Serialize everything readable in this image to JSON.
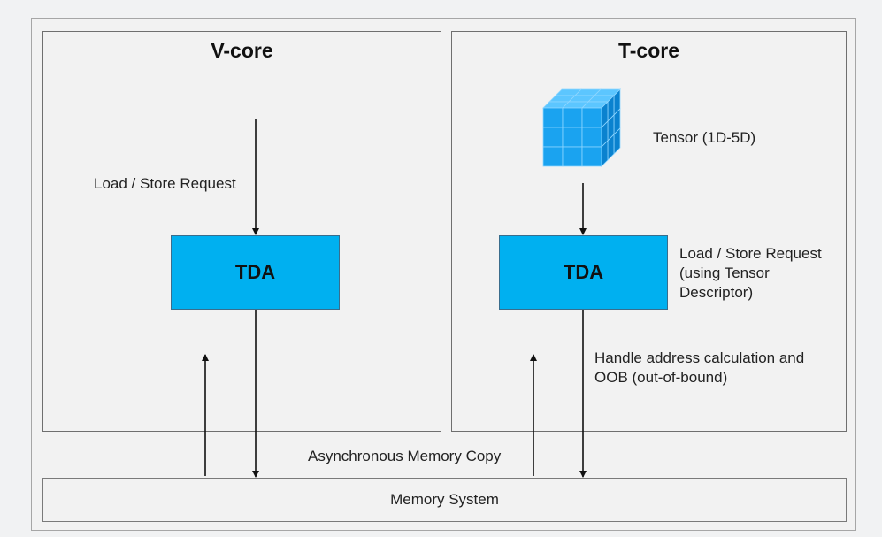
{
  "panels": {
    "vcore_title": "V-core",
    "tcore_title": "T-core"
  },
  "blocks": {
    "tda_v_label": "TDA",
    "tda_t_label": "TDA",
    "memory_label": "Memory System"
  },
  "labels": {
    "vcore_request": "Load / Store Request",
    "tensor": "Tensor (1D-5D)",
    "tcore_request_lines": [
      "Load / Store Request",
      "(using Tensor",
      "Descriptor)"
    ],
    "handle_lines": [
      "Handle address calculation and",
      "OOB (out-of-bound)"
    ],
    "async_copy": "Asynchronous Memory Copy"
  },
  "icons": {
    "tensor_cube": "tensor-cube-icon"
  },
  "colors": {
    "tda_fill": "#00b0f0",
    "cube_front": "#1aa3f0",
    "cube_top": "#5cc6ff",
    "cube_side": "#0a82cf"
  }
}
